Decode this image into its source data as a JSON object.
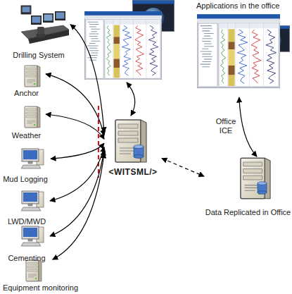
{
  "diagram": {
    "nodes": [
      {
        "text": [
          "Drilling System"
        ]
      },
      {
        "text": [
          "Anchor"
        ]
      },
      {
        "text": [
          "Weather"
        ]
      },
      {
        "text": [
          "Mud Logging"
        ]
      },
      {
        "text": [
          "LWD/MWD"
        ]
      },
      {
        "text": [
          "Cementing"
        ]
      },
      {
        "text": [
          "Equipment monitoring"
        ]
      },
      {
        "text": [
          "<WITSML/>"
        ]
      },
      {
        "text": [
          "Applications in the office"
        ]
      },
      {
        "text": [
          "Data Replicated in Office"
        ]
      }
    ],
    "edges": [
      {
        "from": 0,
        "to": 7,
        "arrow": "both"
      },
      {
        "from": 1,
        "to": 7,
        "arrow": "both"
      },
      {
        "from": 2,
        "to": 7,
        "arrow": "both"
      },
      {
        "from": 3,
        "to": 7,
        "arrow": "both"
      },
      {
        "from": 4,
        "to": 7,
        "arrow": "both"
      },
      {
        "from": 5,
        "to": 7,
        "arrow": "both"
      },
      {
        "from": 6,
        "to": 7,
        "arrow": "both"
      },
      {
        "from": 7,
        "to": 9,
        "arrow": "both"
      },
      {
        "from": 8,
        "to": 9,
        "arrow": "both"
      }
    ],
    "labels": [
      "Office ICE"
    ]
  }
}
